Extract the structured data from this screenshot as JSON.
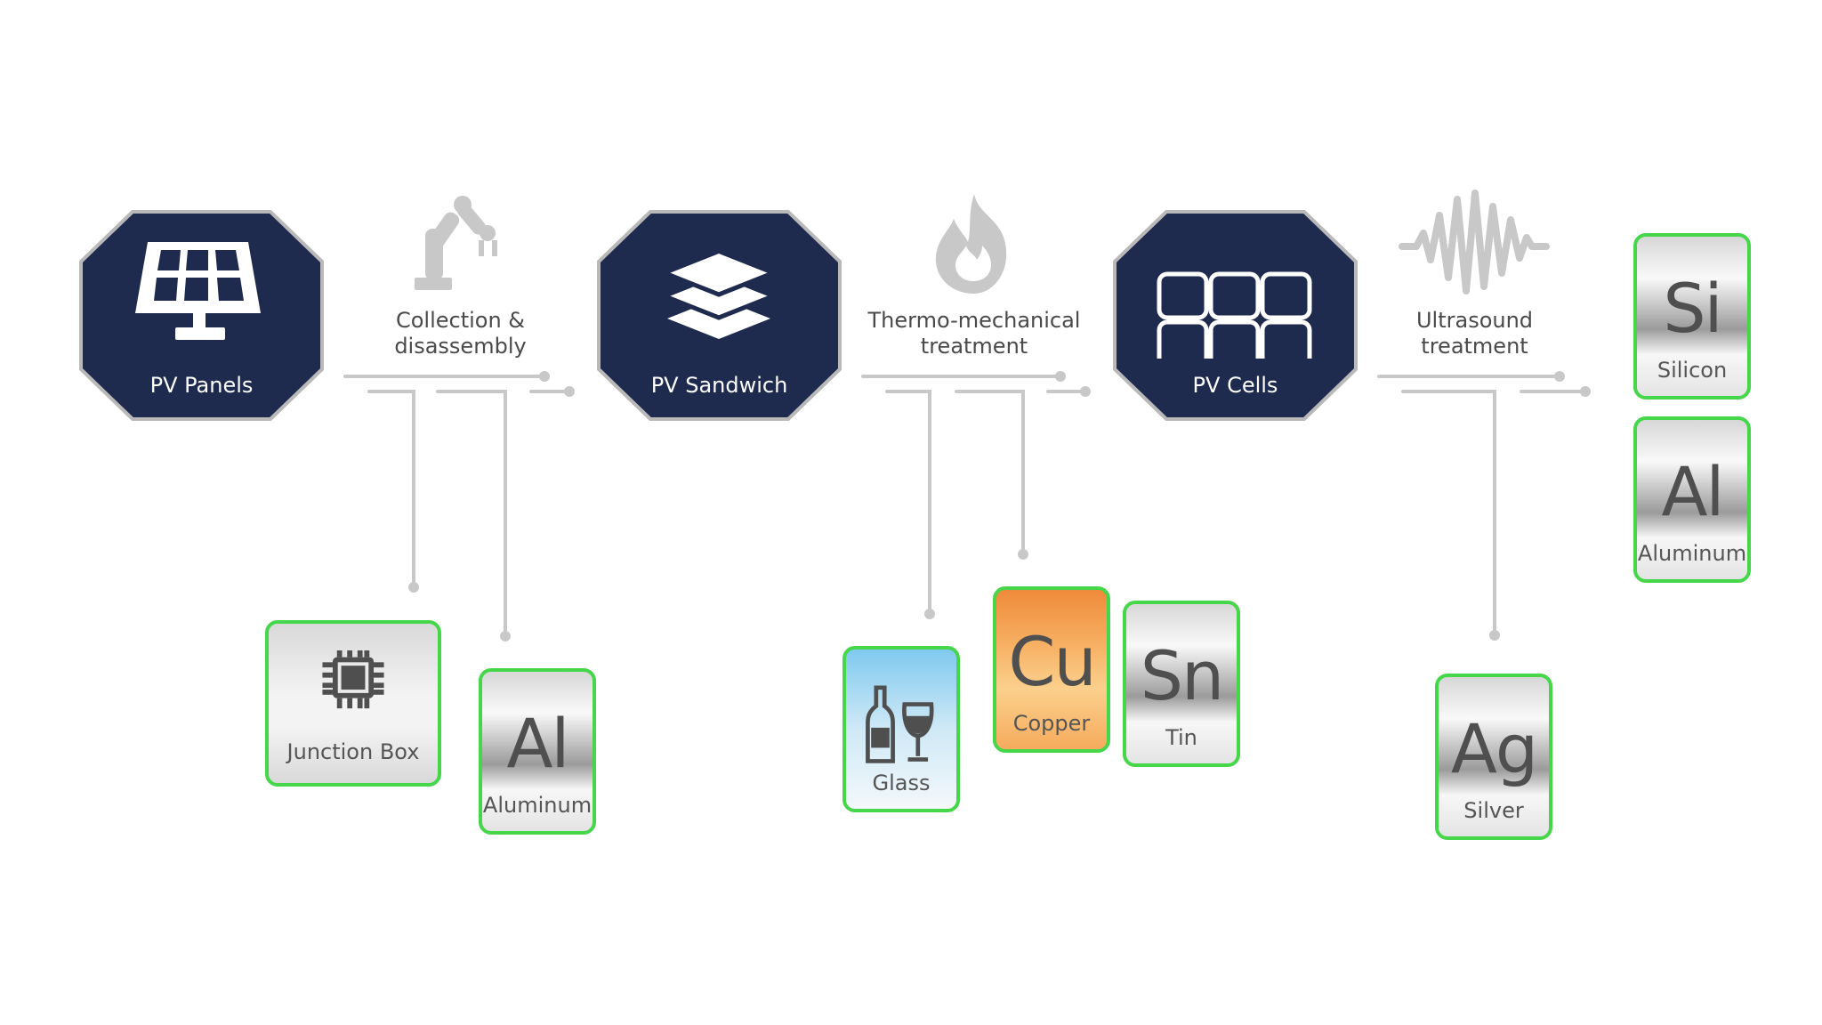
{
  "colors": {
    "octagon_fill": "#1f2a4f",
    "octagon_border": "#b9b9b9",
    "connector": "#c8c8c8",
    "card_border": "#45d64a",
    "step_icon": "#c8c8c8",
    "element_text": "#4f4f4f"
  },
  "stages": [
    {
      "label": "PV Panels",
      "icon": "solar-panel-icon"
    },
    {
      "label": "PV Sandwich",
      "icon": "layers-icon"
    },
    {
      "label": "PV Cells",
      "icon": "cells-grid-icon"
    }
  ],
  "processes": [
    {
      "label": "Collection &\ndisassembly",
      "icon": "robot-arm-icon"
    },
    {
      "label": "Thermo-mechanical\ntreatment",
      "icon": "flame-icon"
    },
    {
      "label": "Ultrasound\ntreatment",
      "icon": "sound-wave-icon"
    }
  ],
  "outputs": {
    "junction_box": {
      "label": "Junction Box",
      "icon": "chip-icon"
    },
    "aluminum_1": {
      "symbol": "Al",
      "name": "Aluminum"
    },
    "glass": {
      "label": "Glass",
      "icon": "bottle-glass-icon"
    },
    "copper": {
      "symbol": "Cu",
      "name": "Copper"
    },
    "tin": {
      "symbol": "Sn",
      "name": "Tin"
    },
    "silver": {
      "symbol": "Ag",
      "name": "Silver"
    },
    "silicon": {
      "symbol": "Si",
      "name": "Silicon"
    },
    "aluminum_2": {
      "symbol": "Al",
      "name": "Aluminum"
    }
  }
}
